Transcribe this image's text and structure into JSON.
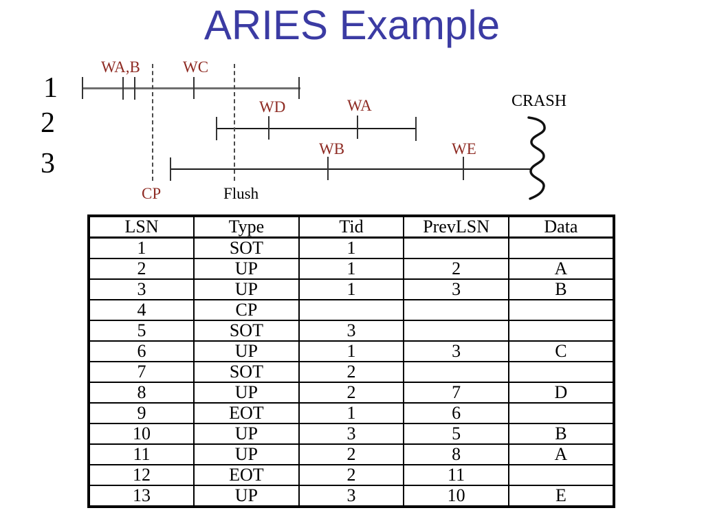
{
  "title": "ARIES Example",
  "colors": {
    "title_blue": "#3B3BA3",
    "write_label_red": "#8E2B23",
    "line_black": "#1a1a1a",
    "line_gray": "#6e6e6e"
  },
  "diagram": {
    "row_labels": [
      "1",
      "2",
      "3"
    ],
    "labels": {
      "wab": "WA,B",
      "wc": "WC",
      "wd": "WD",
      "wa": "WA",
      "wb": "WB",
      "we": "WE",
      "cp": "CP",
      "flush": "Flush",
      "crash": "CRASH"
    }
  },
  "table": {
    "columns": [
      "LSN",
      "Type",
      "Tid",
      "PrevLSN",
      "Data"
    ],
    "rows": [
      [
        "1",
        "SOT",
        "1",
        "",
        ""
      ],
      [
        "2",
        "UP",
        "1",
        "2",
        "A"
      ],
      [
        "3",
        "UP",
        "1",
        "3",
        "B"
      ],
      [
        "4",
        "CP",
        "",
        "",
        ""
      ],
      [
        "5",
        "SOT",
        "3",
        "",
        ""
      ],
      [
        "6",
        "UP",
        "1",
        "3",
        "C"
      ],
      [
        "7",
        "SOT",
        "2",
        "",
        ""
      ],
      [
        "8",
        "UP",
        "2",
        "7",
        "D"
      ],
      [
        "9",
        "EOT",
        "1",
        "6",
        ""
      ],
      [
        "10",
        "UP",
        "3",
        "5",
        "B"
      ],
      [
        "11",
        "UP",
        "2",
        "8",
        "A"
      ],
      [
        "12",
        "EOT",
        "2",
        "11",
        ""
      ],
      [
        "13",
        "UP",
        "3",
        "10",
        "E"
      ]
    ]
  }
}
